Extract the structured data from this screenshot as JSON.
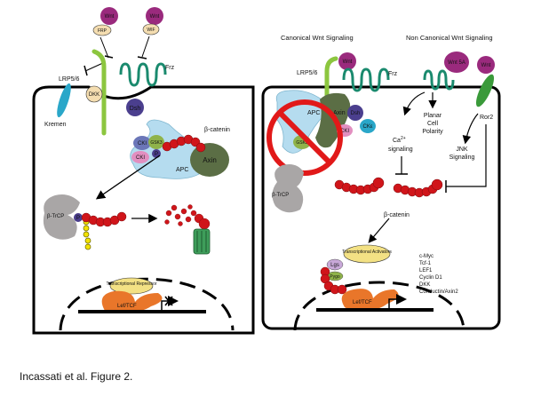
{
  "left_panel": {
    "labels": {
      "wnt_a": "Wnt",
      "frp": "FRP",
      "wnt_b": "Wnt",
      "wif": "WIF",
      "lrp": "LRP5/6",
      "frz": "Frz",
      "dkk": "DKK",
      "kremen": "Kremen",
      "dsh": "Dsh",
      "beta_catenin": "β-catenin",
      "ck1_top": "CKI",
      "gsk3": "GSK3",
      "ck1": "CKI",
      "apc": "APC",
      "axin": "Axin",
      "p1": "P",
      "p2": "P",
      "btrcp": "β-TrCP",
      "repressor": "Transcriptional Repressor",
      "lef": "Lef/TCF"
    }
  },
  "right_panel": {
    "titles": {
      "canonical": "Canonical Wnt Signaling",
      "noncanonical": "Non Canonical Wnt Signaling"
    },
    "labels": {
      "lrp": "LRP5/6",
      "wnt": "Wnt",
      "frz": "Frz",
      "wnt5a": "Wnt 5A",
      "wnt2": "Wnt",
      "apc": "APC",
      "axin": "Axin",
      "dsh": "Dsh",
      "ck1": "CKI",
      "ck6": "CKε",
      "gsk3": "GSK3",
      "btrcp": "β-TrCP",
      "ca_a": "Ca",
      "ca_sup": "2+",
      "ca_b": "signaling",
      "planar_1": "Planar",
      "planar_2": "Cell",
      "planar_3": "Polarity",
      "ror2": "Ror2",
      "jnk_1": "JNK",
      "jnk_2": "Signaling",
      "beta_catenin": "β-catenin",
      "activators": "Transcriptional Activators",
      "lgs": "Lgs",
      "pygo": "Pygo",
      "lef": "Lef/TCF"
    },
    "targets": [
      "c-Myc",
      "Tcf-1",
      "LEF1",
      "Cyclin D1",
      "DKK",
      "Conductin/Axin2"
    ]
  },
  "caption": "Incassati et al. Figure 2."
}
